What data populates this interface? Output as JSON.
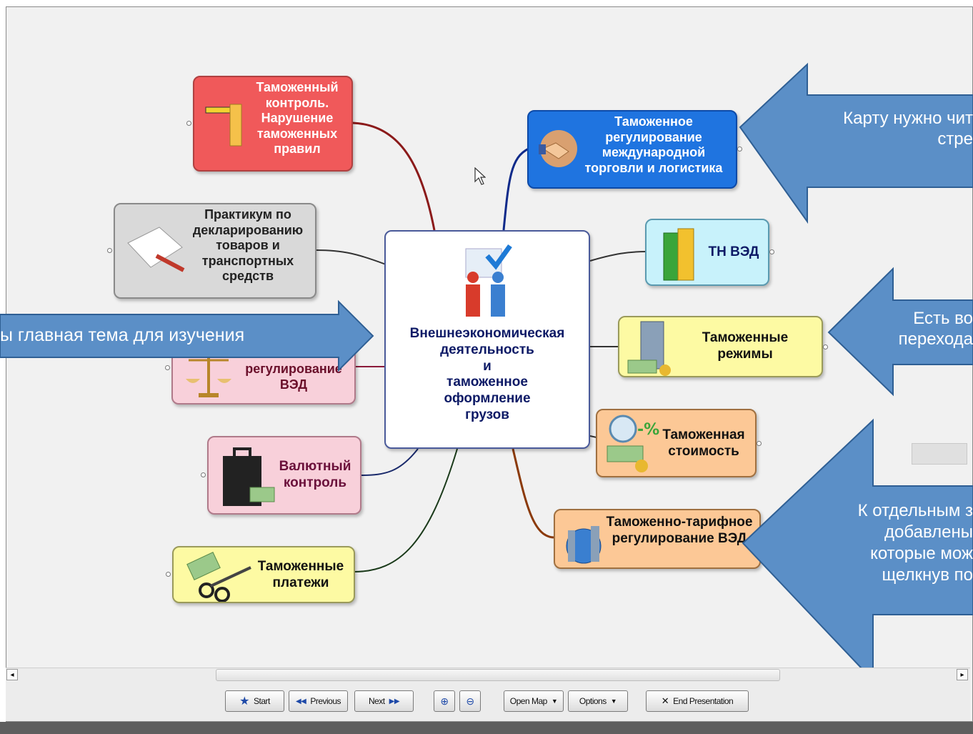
{
  "map": {
    "center": {
      "lines": "Внешнеэкономическая\nдеятельность\nи\nтаможенное\nоформление\nгрузов"
    },
    "nodes": {
      "customs_control": "Таможенный\nконтроль.\nНарушение\nтаможенных\nправил",
      "practicum": "Практикум по\nдекларированию\nтоваров и\nтранспортных\nсредств",
      "nontariff": "регулирование\nВЭД",
      "currency_control": "Валютный\nконтроль",
      "customs_payments": "Таможенные\nплатежи",
      "intl_trade": "Таможенное\nрегулирование\nмеждународной\nторговли и логистика",
      "tn_ved": "ТН ВЭД",
      "customs_regimes": "Таможенные\nрежимы",
      "customs_value": "Таможенная\nстоимость",
      "tariff_reg": "Таможенно-тарифное\nрегулирование ВЭД"
    }
  },
  "callouts": {
    "main_topic": "ы главная тема для изучения",
    "read_map": "Карту нужно чит\nстре",
    "transitions": "Есть во\nперехода",
    "attachments": "К отдельным з\nдобавлены\nкоторые мож\nщелкнув по"
  },
  "toolbar": {
    "start": "Start",
    "previous": "Previous",
    "next": "Next",
    "open_map": "Open Map",
    "options": "Options",
    "end_presentation": "End Presentation"
  },
  "colors": {
    "arrow_fill": "#5b8fc7",
    "arrow_stroke": "#2f5f94",
    "node_red": "#f0595a",
    "node_blue": "#1f74e0",
    "node_gray": "#d9d9d9",
    "node_pink": "#f8d0da",
    "node_yellow": "#fdfaa3",
    "node_cyan": "#c8f2fb",
    "node_orange": "#fcc896"
  }
}
